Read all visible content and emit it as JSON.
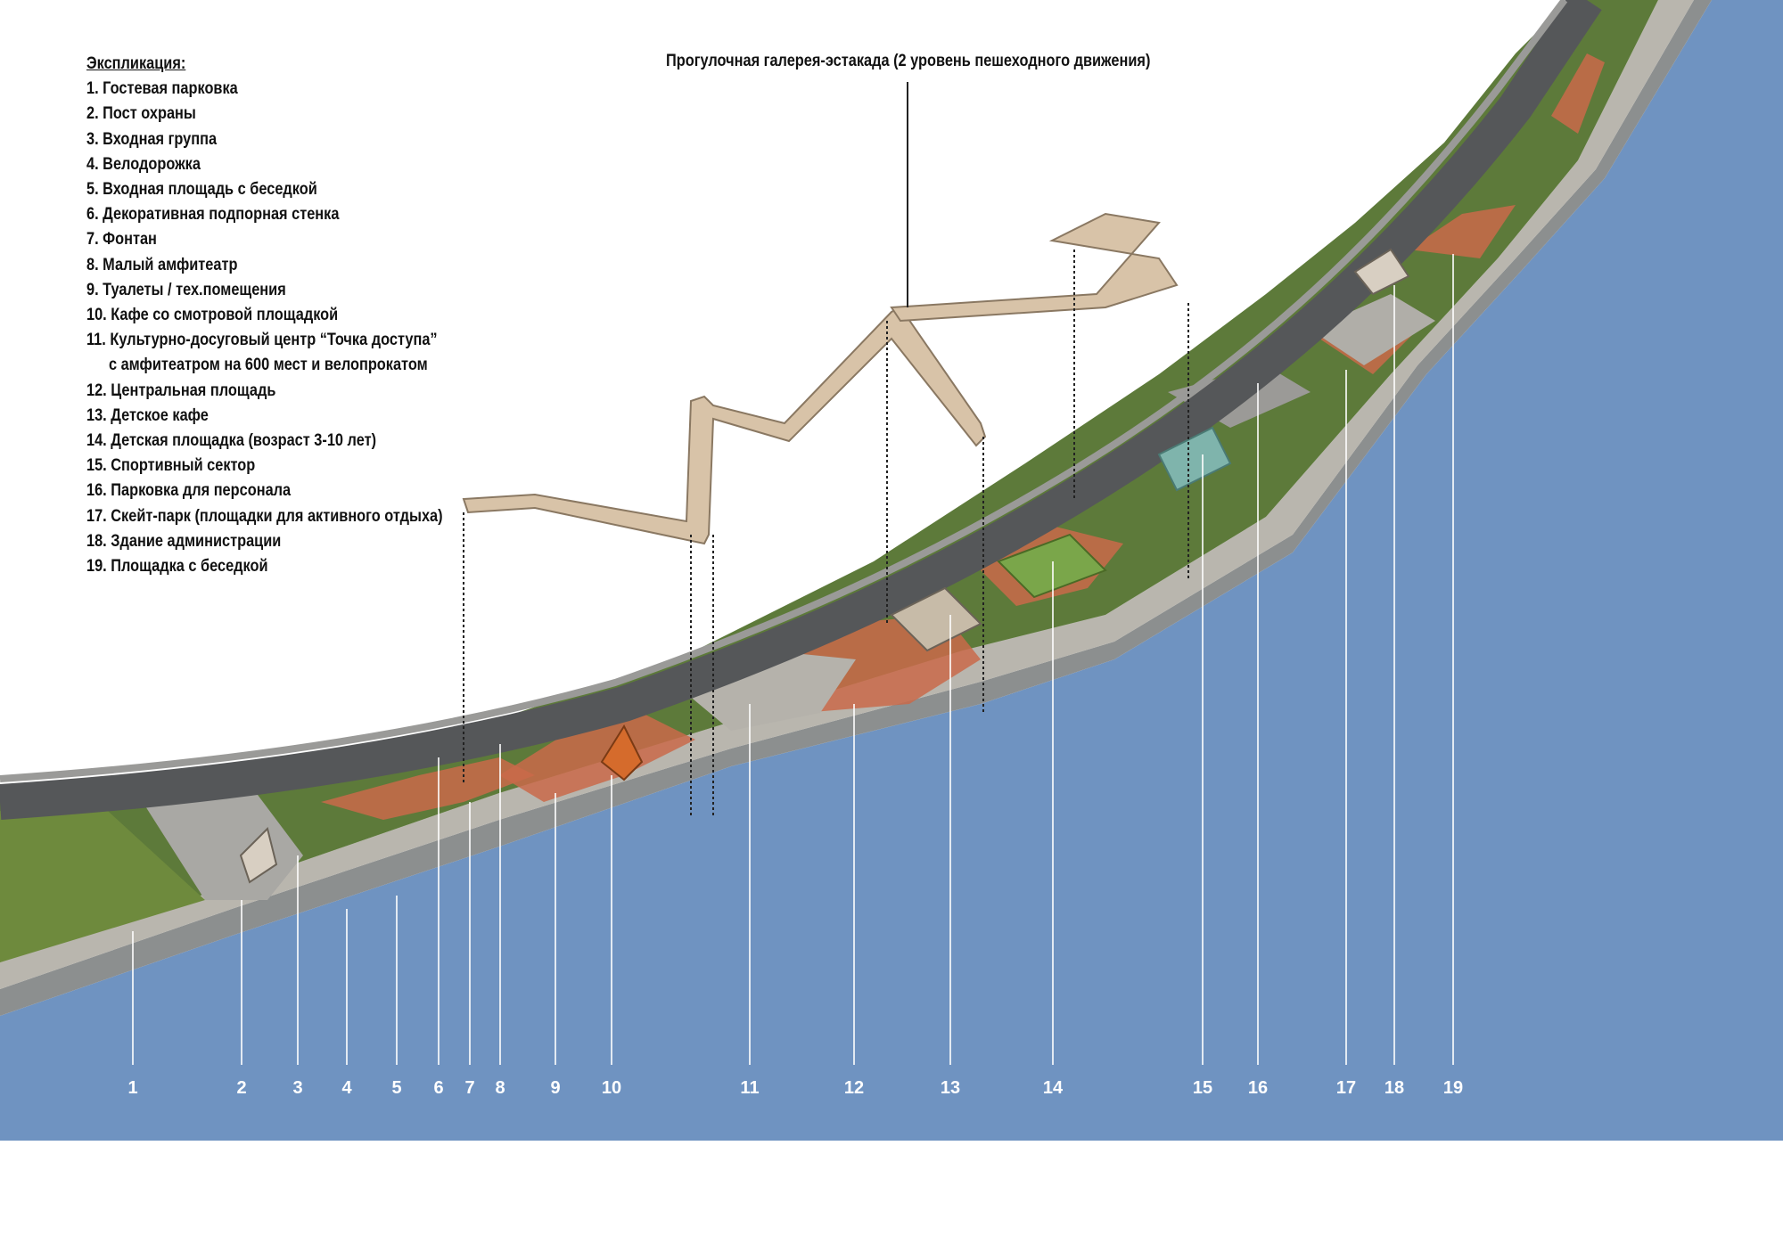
{
  "legend": {
    "title": "Экспликация:",
    "items": [
      "1. Гостевая парковка",
      "2. Пост охраны",
      "3. Входная группа",
      "4. Велодорожка",
      "5. Входная площадь с беседкой",
      "6. Декоративная подпорная стенка",
      "7. Фонтан",
      "8. Малый амфитеатр",
      "9. Туалеты / тех.помещения",
      "10. Кафе со смотровой площадкой",
      "11. Культурно-досуговый центр “Точка доступа”",
      "с амфитеатром на 600 мест и велопрокатом",
      "12. Центральная площадь",
      "13. Детское кафе",
      "14. Детская площадка (возраст 3-10 лет)",
      "15. Спортивный сектор",
      "16. Парковка для персонала",
      "17. Скейт-парк (площадки для активного отдыха)",
      "18. Здание администрации",
      "19. Площадка с беседкой"
    ]
  },
  "gallery_label": "Прогулочная галерея-эстакада (2 уровень пешеходного движения)",
  "markers": [
    "1",
    "2",
    "3",
    "4",
    "5",
    "6",
    "7",
    "8",
    "9",
    "10",
    "11",
    "12",
    "13",
    "14",
    "15",
    "16",
    "17",
    "18",
    "19"
  ],
  "colors": {
    "water": "#6f93c1",
    "grass": "#5d7a3a",
    "road": "#555759",
    "paving": "#b9b6ae",
    "red_paving": "#c96a4a",
    "gallery": "#d8c3a8"
  }
}
